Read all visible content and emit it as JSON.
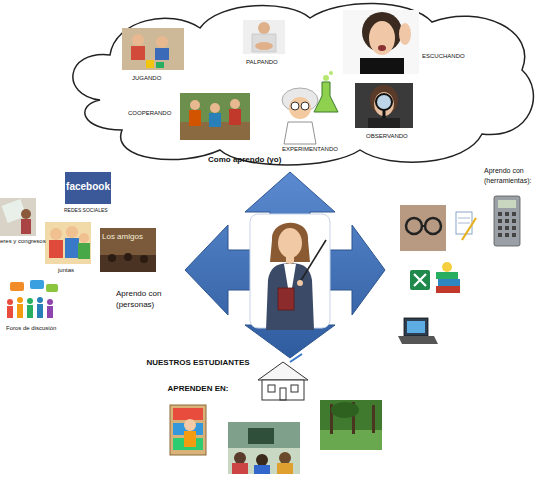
{
  "diagram": {
    "nodes": [
      {
        "text": [
          "Como aprendo (yo)"
        ]
      },
      {
        "text": [
          "JUGANDO"
        ],
        "in": 0
      },
      {
        "text": [
          "PALPANDO"
        ],
        "in": 0
      },
      {
        "text": [
          "ESCUCHANDO"
        ],
        "in": 0
      },
      {
        "text": [
          "COOPERANDO"
        ],
        "in": 0
      },
      {
        "text": [
          "EXPERIMENTANDO"
        ],
        "in": 0
      },
      {
        "text": [
          "OBSERVANDO"
        ],
        "in": 0
      }
    ],
    "labels": [
      "eres y congresos",
      "facebook",
      "REDES SOCIALES",
      "juntas",
      "Los amigos",
      "Aprendo con (personas)",
      "Foros de discusión",
      "Aprendo con (herramientas):",
      "NUESTROS ESTUDIANTES APRENDEN EN:"
    ]
  }
}
